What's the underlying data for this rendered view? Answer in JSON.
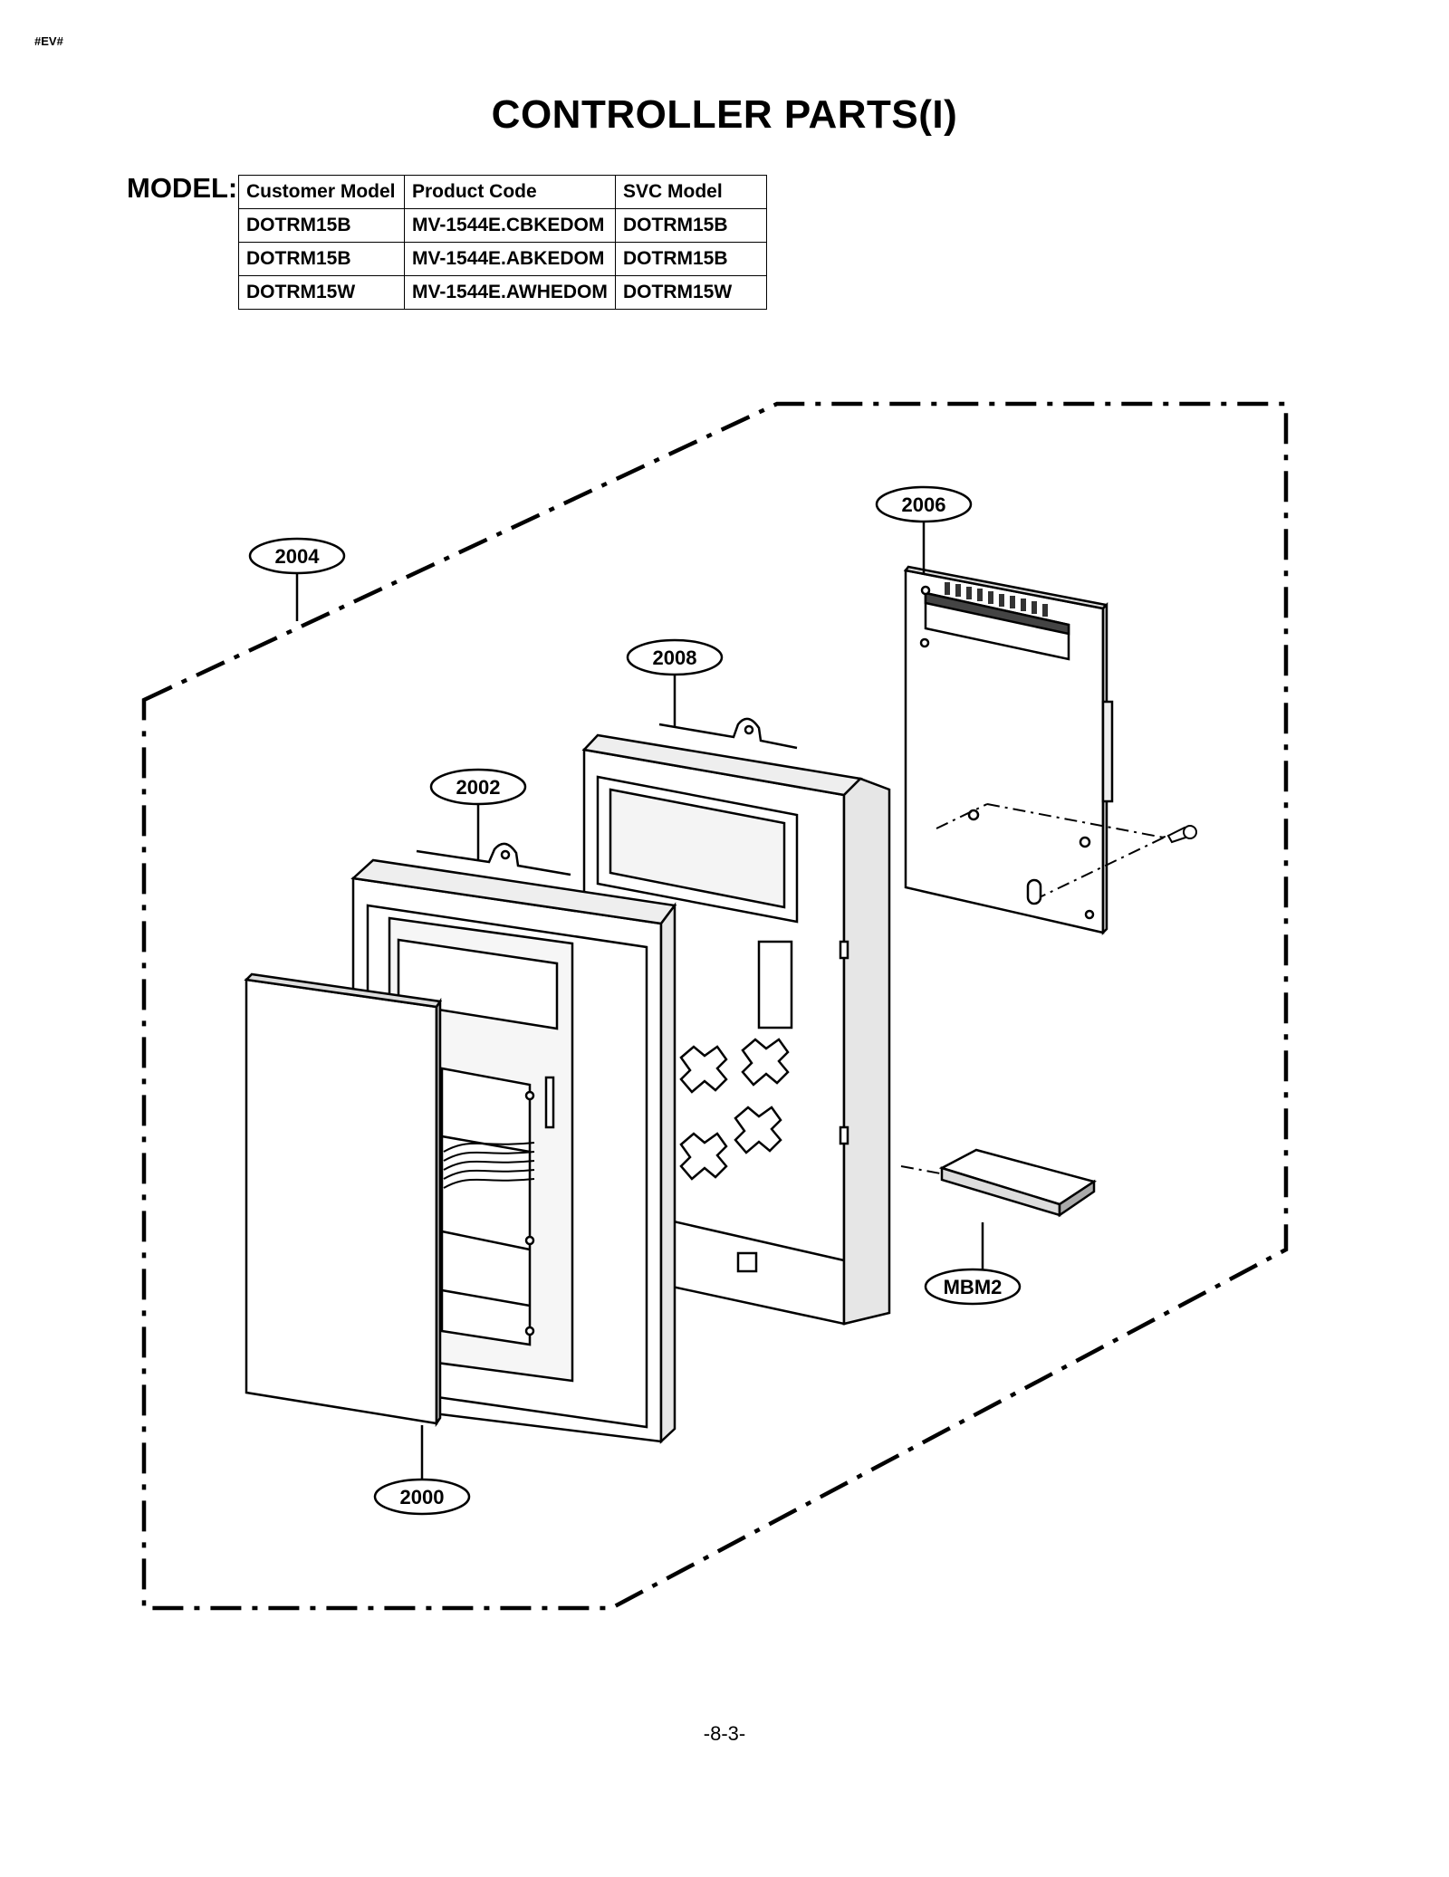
{
  "header": {
    "tag": "#EV#",
    "title": "CONTROLLER PARTS(I)"
  },
  "model": {
    "label": "MODEL:",
    "columns": [
      "Customer Model",
      "Product Code",
      "SVC Model"
    ],
    "rows": [
      [
        "DOTRM15B",
        "MV-1544E.CBKEDOM",
        "DOTRM15B"
      ],
      [
        "DOTRM15B",
        "MV-1544E.ABKEDOM",
        "DOTRM15B"
      ],
      [
        "DOTRM15W",
        "MV-1544E.AWHEDOM",
        "DOTRM15W"
      ]
    ]
  },
  "callouts": {
    "c2004": "2004",
    "c2006": "2006",
    "c2008": "2008",
    "c2002": "2002",
    "c2000": "2000",
    "cMBM2": "MBM2"
  },
  "footer": {
    "page_number": "-8-3-"
  }
}
